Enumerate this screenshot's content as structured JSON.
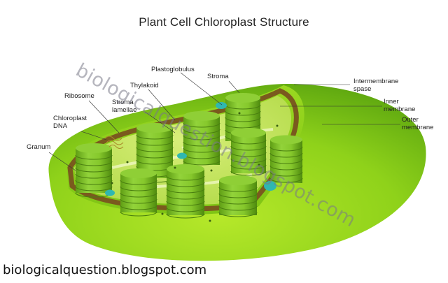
{
  "title": "Plant Cell Chloroplast Structure",
  "labels": {
    "plastoglobulus": "Plastoglobulus",
    "stroma": "Stroma",
    "thylakoid": "Thylakoid",
    "ribosome": "Ribosome",
    "stroma_lamellae": "Stroma\nlamellae",
    "chloroplast_dna": "Chloroplast\nDNA",
    "granum": "Granum",
    "intermembrane_space": "Intermembrane\nspase",
    "inner_membrane": "Inner\nmembrane",
    "outer_membrane": "Outer\nmembrane"
  },
  "watermark": "biologicalquestion.blogspot.com",
  "footer": "biologicalquestion.blogspot.com",
  "colors": {
    "outer_membrane": "#8fd21a",
    "inner_membrane": "#7a5a1e",
    "stroma": "#c8e85a",
    "granum": "#7ec224",
    "plastoglobulus": "#2fb7b0"
  }
}
